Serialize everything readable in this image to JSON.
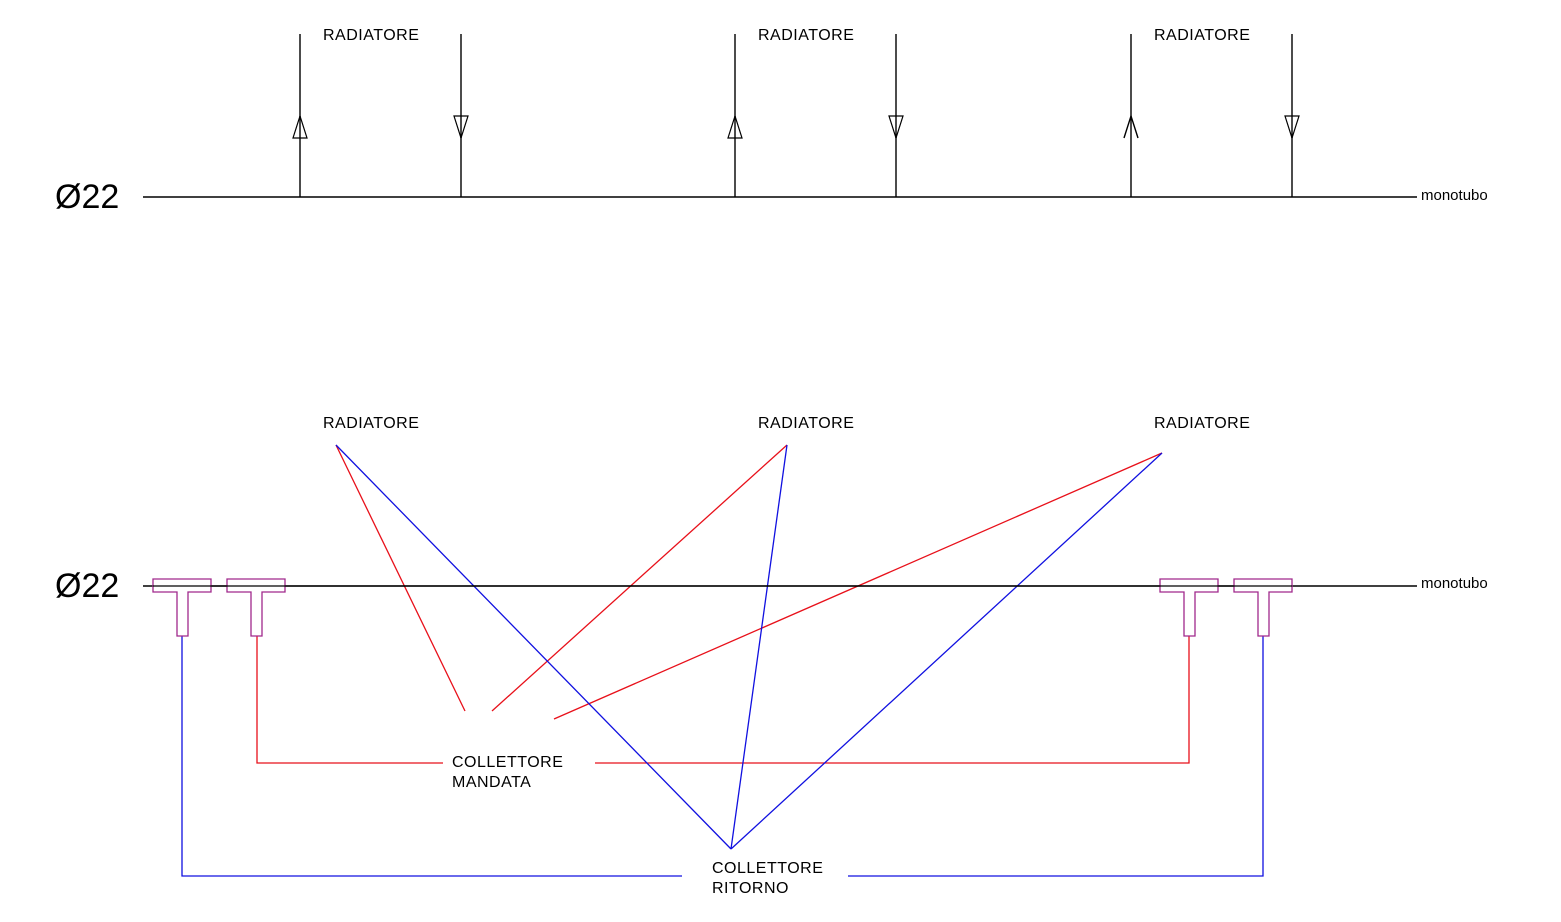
{
  "top": {
    "pipe_diameter": "Ø22",
    "pipe_label": "monotubo",
    "radiators": [
      "RADIATORE",
      "RADIATORE",
      "RADIATORE"
    ]
  },
  "bottom": {
    "pipe_diameter": "Ø22",
    "pipe_label": "monotubo",
    "radiators": [
      "RADIATORE",
      "RADIATORE",
      "RADIATORE"
    ],
    "supply_manifold": [
      "COLLETTORE",
      "MANDATA"
    ],
    "return_manifold": [
      "COLLETTORE",
      "RITORNO"
    ]
  },
  "colors": {
    "pipe": "#000000",
    "supply": "#e8101a",
    "return": "#1010e0",
    "tee_fitting": "#a0288c"
  }
}
